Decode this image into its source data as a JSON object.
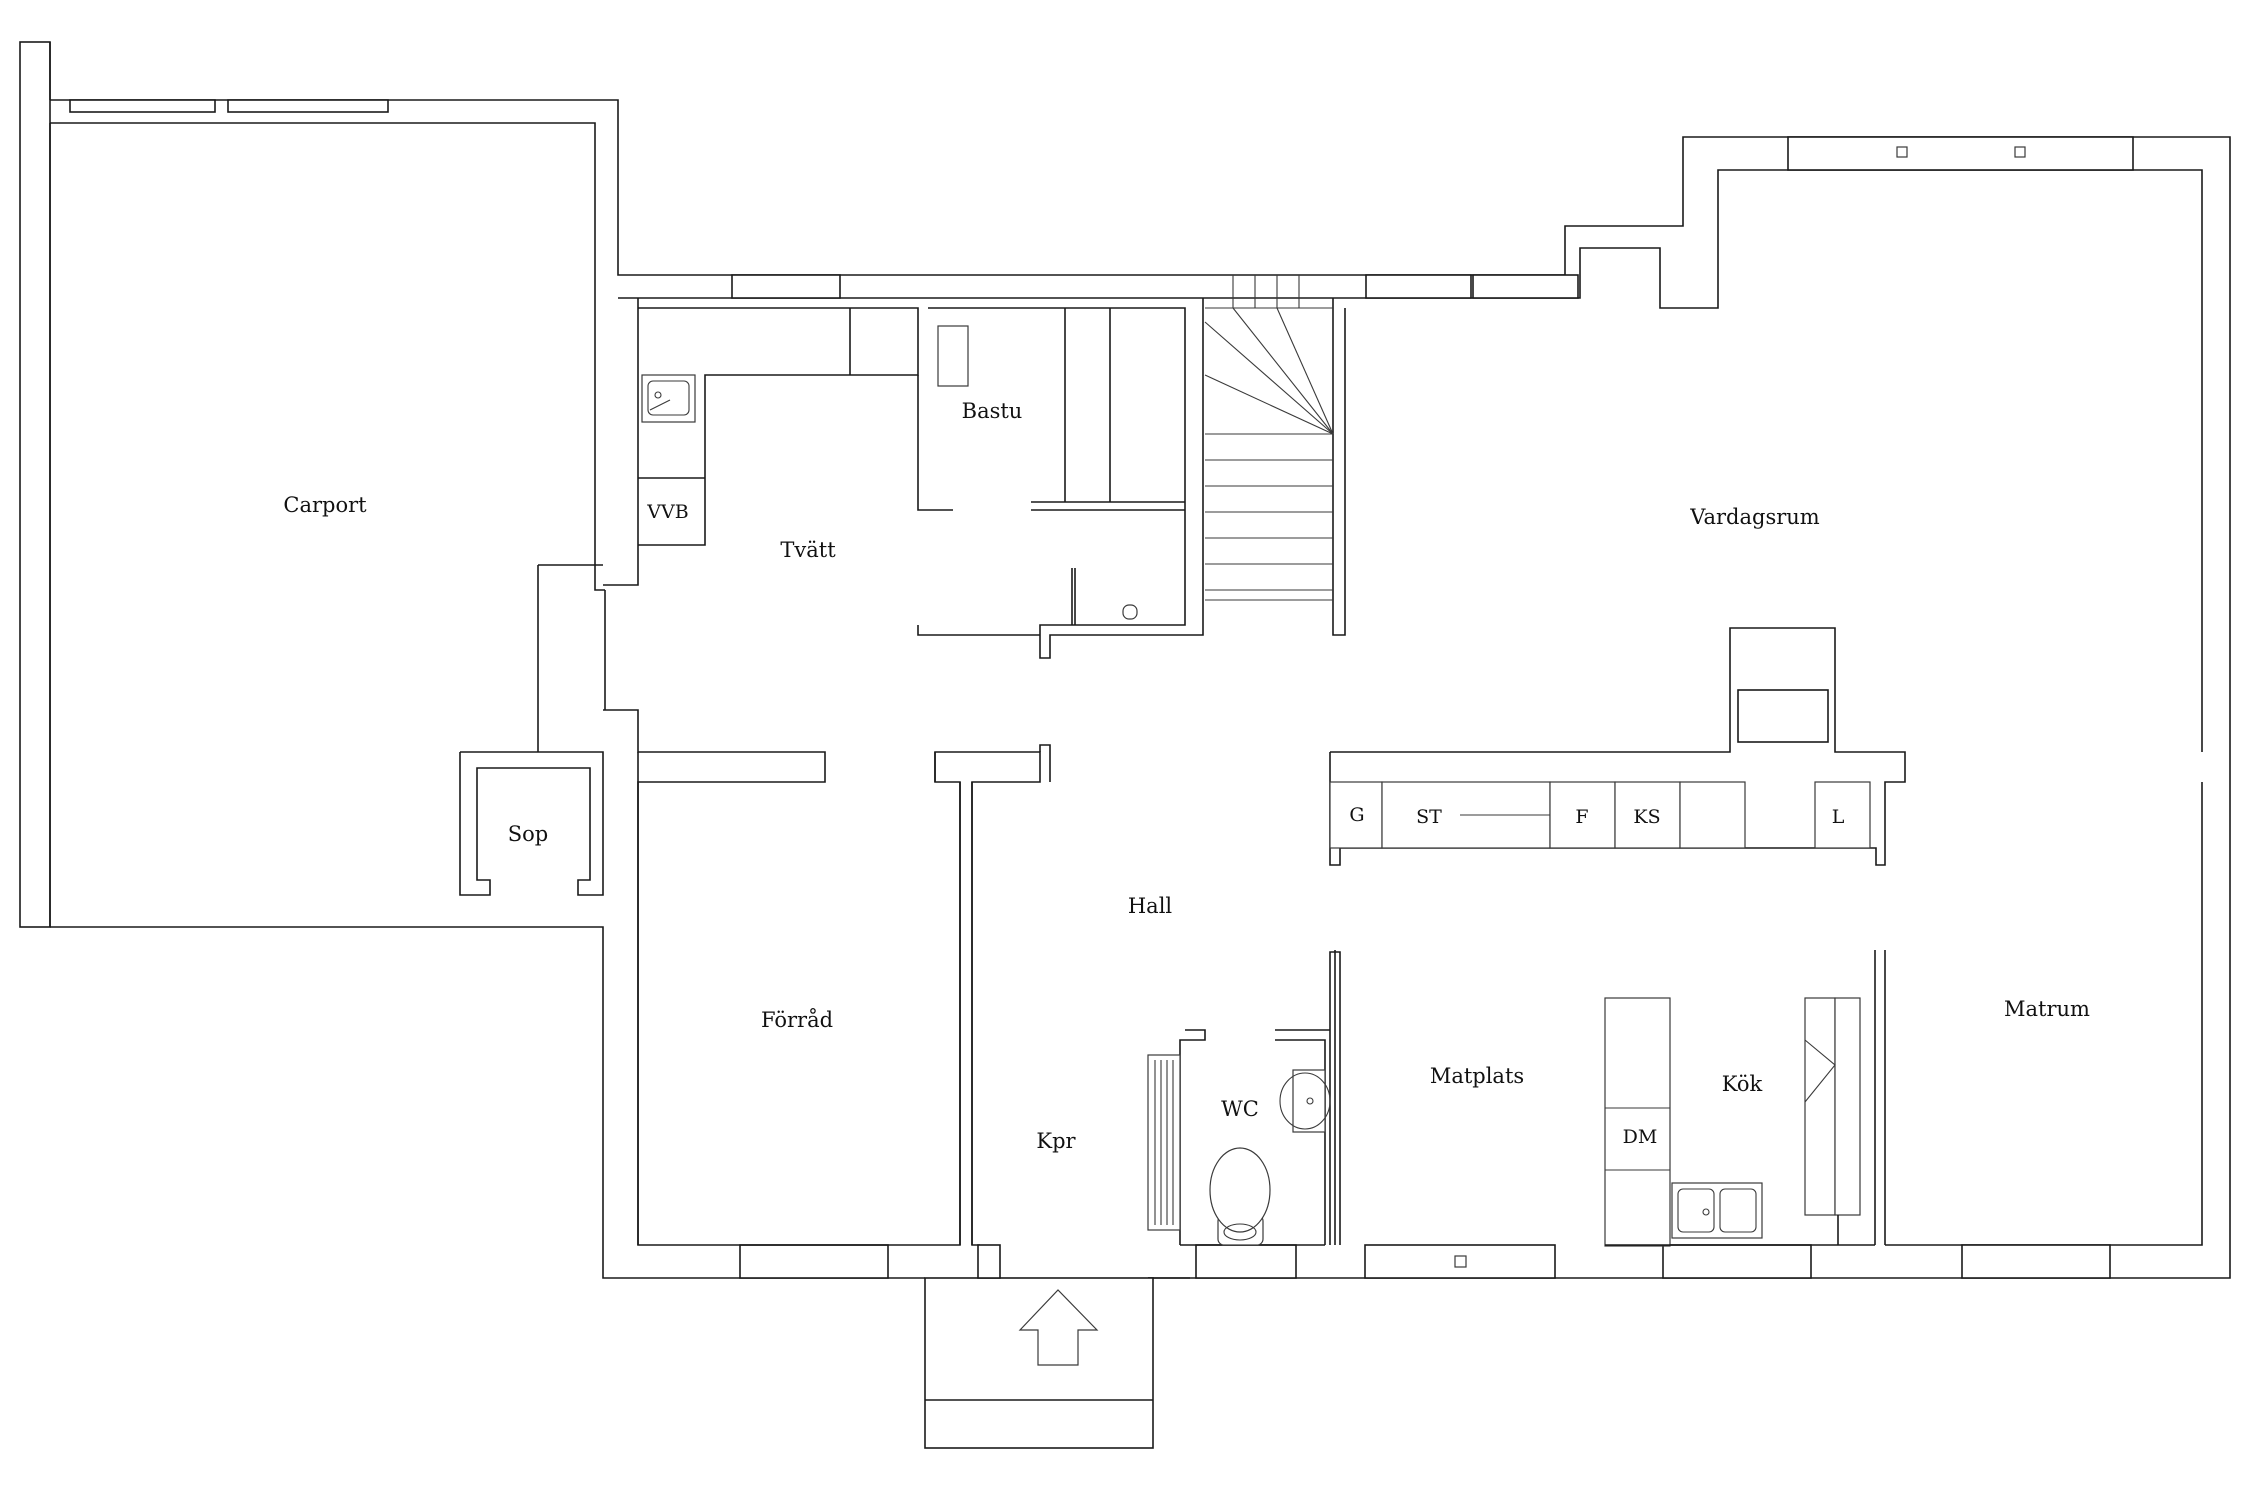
{
  "rooms": {
    "carport": "Carport",
    "bastu": "Bastu",
    "tvatt": "Tvätt",
    "vardagsrum": "Vardagsrum",
    "sop": "Sop",
    "hall": "Hall",
    "forrad": "Förråd",
    "matplats": "Matplats",
    "kok": "Kök",
    "matrum": "Matrum",
    "wc": "WC",
    "kpr": "Kpr"
  },
  "fixtures": {
    "vvb": "VVB",
    "g": "G",
    "st": "ST",
    "f": "F",
    "ks": "KS",
    "l": "L",
    "dm": "DM"
  },
  "icons": {
    "entrance": "entrance-arrow-icon",
    "stairs": "stairs-icon",
    "toilet": "toilet-icon",
    "sink": "sink-icon",
    "radiator": "radiator-icon"
  }
}
